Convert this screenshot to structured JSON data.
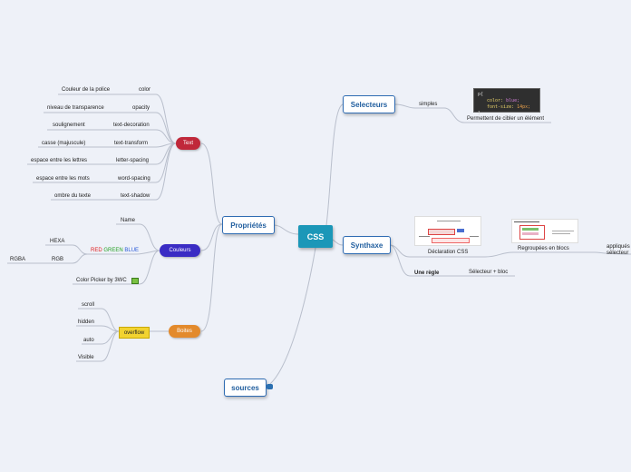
{
  "central": "CSS",
  "main_nodes": {
    "proprietes": "Propriétés",
    "selecteurs": "Selecteurs",
    "synthaxe": "Synthaxe",
    "sources": "sources"
  },
  "text_branch": {
    "label": "Text",
    "color": "#c0283a",
    "rows": [
      {
        "desc": "Couleur de la police",
        "prop": "color"
      },
      {
        "desc": "niveau de transparence",
        "prop": "opacity"
      },
      {
        "desc": "soulignement",
        "prop": "text-decoration"
      },
      {
        "desc": "casse (majuscule)",
        "prop": "text-transform"
      },
      {
        "desc": "espace entre les lettres",
        "prop": "letter-spacing"
      },
      {
        "desc": "espace entre les mots",
        "prop": "word-spacing"
      },
      {
        "desc": "ombre du texte",
        "prop": "text-shadow"
      }
    ]
  },
  "couleurs_branch": {
    "label": "Couleurs",
    "color": "#3a2cc4",
    "name": "Name",
    "rgb_words": {
      "red": "RED",
      "green": "GREEN",
      "blue": "BLUE"
    },
    "word_colors": {
      "red": "#e02020",
      "green": "#25a025",
      "blue": "#2a5ad8"
    },
    "hexa": "HEXA",
    "rgb": "RGB",
    "rgba": "RGBA",
    "picker": "Color Picker by 3WC"
  },
  "boites_branch": {
    "label": "Boites",
    "color": "#e38a2c",
    "overflow": "overflow",
    "values": [
      "scroll",
      "hidden",
      "auto",
      "Visible"
    ]
  },
  "selecteurs_branch": {
    "simples": "simples",
    "caption": "Permettent de cibler un élément",
    "code": {
      "open": "p{",
      "line1_prop": "color:",
      "line1_val": "blue;",
      "line2_prop": "font-size:",
      "line2_val": "14px;",
      "close": "}"
    }
  },
  "synthaxe_branch": {
    "declaration": "Déclaration CSS",
    "blocs": "Regroupées en blocs",
    "applied_line1": "appliqués",
    "applied_line2": "sélecteur",
    "une_regle": "Une règle",
    "selecteur_bloc": "Sélecteur + bloc"
  }
}
